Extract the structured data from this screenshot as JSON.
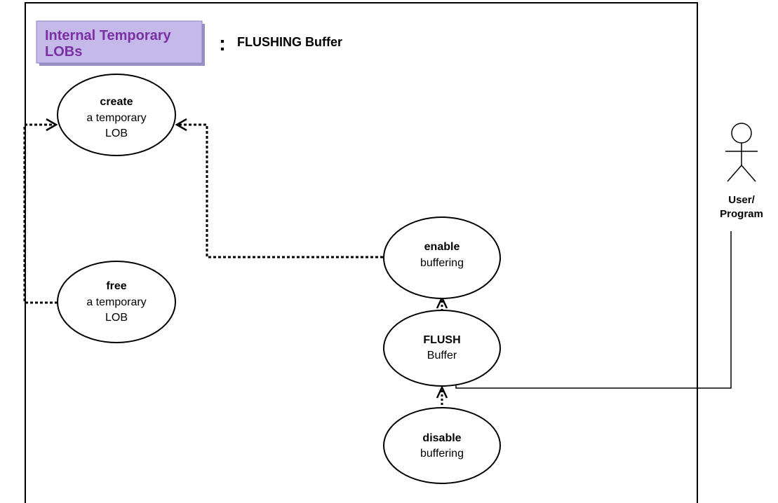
{
  "header": {
    "category_label_line1": "Internal Temporary",
    "category_label_line2": "LOBs",
    "separator": ":",
    "title": "FLUSHING Buffer"
  },
  "use_cases": {
    "create": {
      "verb": "create",
      "line2": "a temporary",
      "line3": "LOB"
    },
    "free": {
      "verb": "free",
      "line2": "a temporary",
      "line3": "LOB"
    },
    "enable": {
      "verb": "enable",
      "line2": "buffering"
    },
    "flush": {
      "verb": "FLUSH",
      "line2": "Buffer"
    },
    "disable": {
      "verb": "disable",
      "line2": "buffering"
    }
  },
  "actor": {
    "label_line1": "User/",
    "label_line2": "Program"
  },
  "colors": {
    "header_box_fill": "#c4b9e8",
    "header_box_text": "#7a2fa3",
    "line": "#000000"
  }
}
